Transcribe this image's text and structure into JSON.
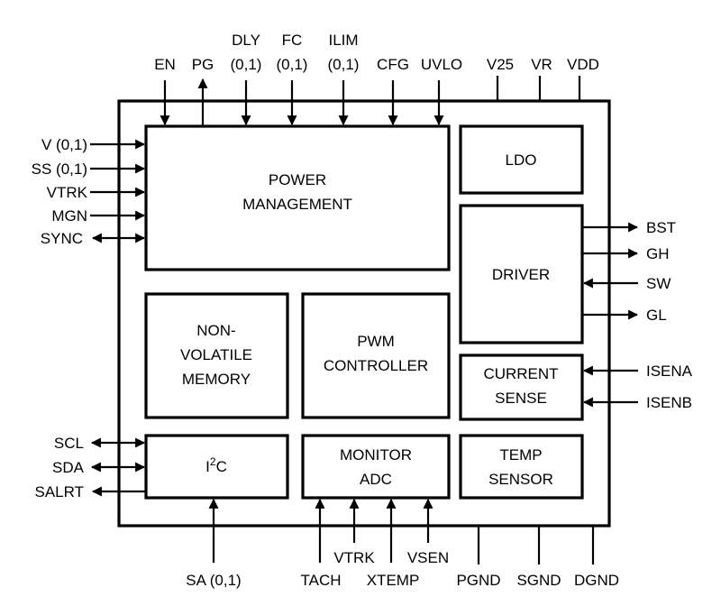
{
  "blocks": {
    "power_management": [
      "POWER",
      "MANAGEMENT"
    ],
    "ldo": [
      "LDO"
    ],
    "driver": [
      "DRIVER"
    ],
    "nvm": [
      "NON-",
      "VOLATILE",
      "MEMORY"
    ],
    "pwm": [
      "PWM",
      "CONTROLLER"
    ],
    "current_sense": [
      "CURRENT",
      "SENSE"
    ],
    "i2c": {
      "prefix": "I",
      "superscript": "2",
      "suffix": "C"
    },
    "monitor_adc": [
      "MONITOR",
      "ADC"
    ],
    "temp_sensor": [
      "TEMP",
      "SENSOR"
    ]
  },
  "pins": {
    "top": {
      "en": [
        "EN"
      ],
      "pg": [
        "PG"
      ],
      "dly": [
        "DLY",
        "(0,1)"
      ],
      "fc": [
        "FC",
        "(0,1)"
      ],
      "ilim": [
        "ILIM",
        "(0,1)"
      ],
      "cfg": [
        "CFG"
      ],
      "uvlo": [
        "UVLO"
      ],
      "v25": [
        "V25"
      ],
      "vr": [
        "VR"
      ],
      "vdd": [
        "VDD"
      ]
    },
    "left": {
      "v01": "V (0,1)",
      "ss01": "SS (0,1)",
      "vtrk": "VTRK",
      "mgn": "MGN",
      "sync": "SYNC",
      "scl": "SCL",
      "sda": "SDA",
      "salrt": "SALRT"
    },
    "right": {
      "bst": "BST",
      "gh": "GH",
      "sw": "SW",
      "gl": "GL",
      "isena": "ISENA",
      "isenb": "ISENB"
    },
    "bottom": {
      "sa01": "SA (0,1)",
      "tach": "TACH",
      "vtrk": "VTRK",
      "xtemp": "XTEMP",
      "vsen": "VSEN",
      "pgnd": "PGND",
      "sgnd": "SGND",
      "dgnd": "DGND"
    }
  }
}
